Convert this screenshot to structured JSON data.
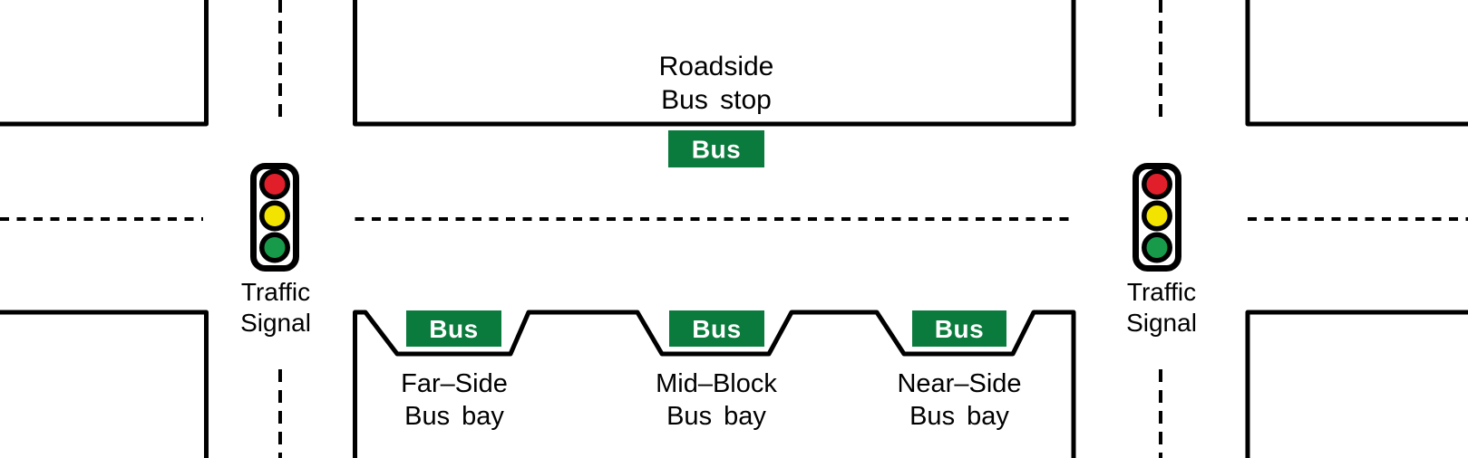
{
  "colors": {
    "line": "#000000",
    "signal_housing": "#ffffff",
    "signal_red": "#e11f2b",
    "signal_yellow": "#f3e300",
    "signal_green": "#179b4a",
    "bus_sign_green": "#0a7b3c",
    "bus_sign_text": "#ffffff"
  },
  "traffic_signals": {
    "left": {
      "label_line1": "Traffic",
      "label_line2": "Signal",
      "lights": [
        "red",
        "yellow",
        "green"
      ]
    },
    "right": {
      "label_line1": "Traffic",
      "label_line2": "Signal",
      "lights": [
        "red",
        "yellow",
        "green"
      ]
    }
  },
  "bus_stops": {
    "roadside": {
      "marker": "Bus",
      "label_line1": "Roadside",
      "label_line2": "Bus stop"
    },
    "far_side": {
      "marker": "Bus",
      "label_line1": "Far–Side",
      "label_line2": "Bus bay"
    },
    "mid_block": {
      "marker": "Bus",
      "label_line1": "Mid–Block",
      "label_line2": "Bus bay"
    },
    "near_side": {
      "marker": "Bus",
      "label_line1": "Near–Side",
      "label_line2": "Bus bay"
    }
  }
}
